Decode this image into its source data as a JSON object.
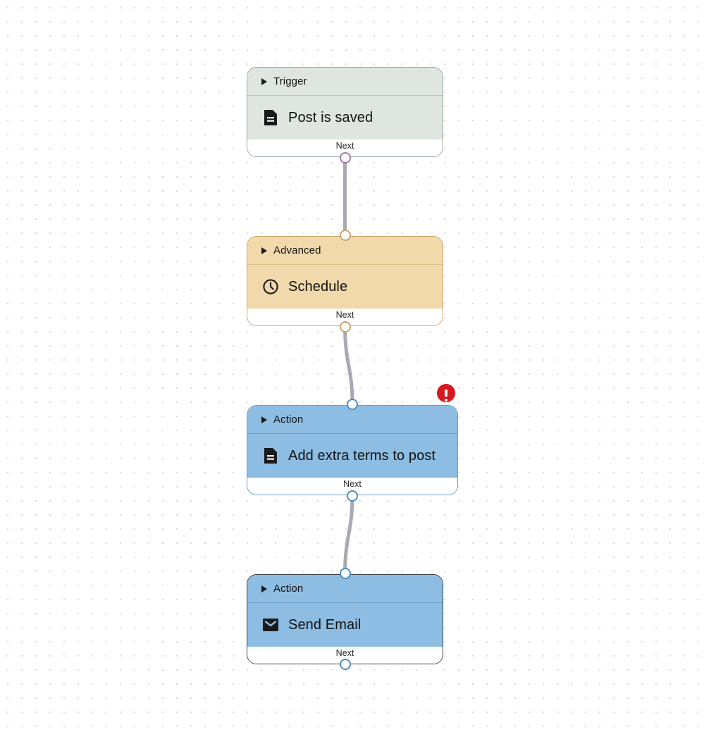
{
  "canvas": {
    "grid": "dotted",
    "background_color": "#ffffff",
    "grid_dot_color": "#d9d9d9"
  },
  "nodes": [
    {
      "id": "trigger",
      "header_label": "Trigger",
      "title": "Post is saved",
      "icon": "document-icon",
      "footer_label": "Next",
      "header_color": "#dfe6e0",
      "border_color": "#9aa69f",
      "port_color": "#a07ca8",
      "selected": false,
      "has_error": false
    },
    {
      "id": "advanced",
      "header_label": "Advanced",
      "title": "Schedule",
      "icon": "clock-icon",
      "footer_label": "Next",
      "header_color": "#f2d9ab",
      "border_color": "#c9a66b",
      "port_color": "#c9a66b",
      "selected": false,
      "has_error": false
    },
    {
      "id": "action-terms",
      "header_label": "Action",
      "title": "Add extra terms to post",
      "icon": "document-icon",
      "footer_label": "Next",
      "header_color": "#8dbde2",
      "border_color": "#6d9fc4",
      "port_color": "#4b8ec0",
      "selected": false,
      "has_error": true
    },
    {
      "id": "action-email",
      "header_label": "Action",
      "title": "Send Email",
      "icon": "envelope-icon",
      "footer_label": "Next",
      "header_color": "#8dbde2",
      "border_color": "#3d4349",
      "port_color": "#4b8ec0",
      "selected": true,
      "has_error": false
    }
  ],
  "error_badge": {
    "symbol": "!",
    "color": "#d7181f",
    "attached_to": "action-terms"
  },
  "connectors": [
    {
      "from": "trigger",
      "to": "advanced",
      "color": "#a9a9b2"
    },
    {
      "from": "advanced",
      "to": "action-terms",
      "color": "#a9a9b2"
    },
    {
      "from": "action-terms",
      "to": "action-email",
      "color": "#a9a9b2"
    }
  ]
}
